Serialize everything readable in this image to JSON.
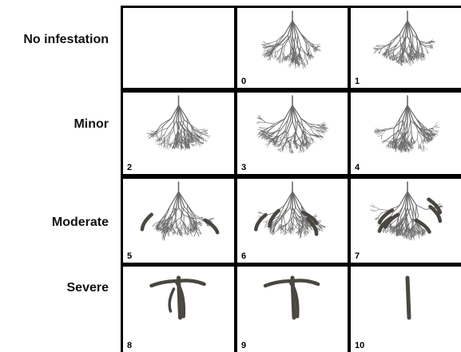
{
  "rows": [
    {
      "label": "No infestation",
      "cells": [
        null,
        {
          "score": "0",
          "severity": "none"
        },
        {
          "score": "1",
          "severity": "none"
        }
      ]
    },
    {
      "label": "Minor",
      "cells": [
        {
          "score": "2",
          "severity": "minor"
        },
        {
          "score": "3",
          "severity": "minor"
        },
        {
          "score": "4",
          "severity": "minor"
        }
      ]
    },
    {
      "label": "Moderate",
      "cells": [
        {
          "score": "5",
          "severity": "moderate-low"
        },
        {
          "score": "6",
          "severity": "moderate-mid"
        },
        {
          "score": "7",
          "severity": "moderate-high"
        }
      ]
    },
    {
      "label": "Severe",
      "cells": [
        {
          "score": "8",
          "severity": "severe-low"
        },
        {
          "score": "9",
          "severity": "severe-mid"
        },
        {
          "score": "10",
          "severity": "severe-high"
        }
      ]
    }
  ],
  "colors": {
    "root": "#6a6a6a",
    "gall": "#4a4640",
    "grid": "#000000",
    "background": "#ffffff"
  }
}
